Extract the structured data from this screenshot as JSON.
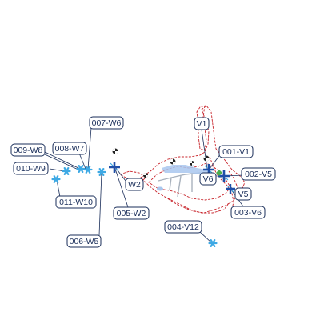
{
  "colors": {
    "boundary": "#c8242b",
    "water": "#a9c7ee",
    "label_border": "#1a2e5a",
    "label_text": "#1a2e5a",
    "star_marker": "#3ea9e4",
    "cross_marker": "#1f4fa8",
    "accent_marker": "#4caf50"
  },
  "markers": [
    {
      "label": "009-W8",
      "icon": "asterisk-icon"
    },
    {
      "label": "008-W7",
      "icon": "asterisk-icon"
    },
    {
      "label": "007-W6",
      "icon": "asterisk-icon"
    },
    {
      "label": "010-W9",
      "icon": "asterisk-icon"
    },
    {
      "label": "011-W10",
      "icon": "asterisk-icon"
    },
    {
      "label": "006-W5",
      "icon": "asterisk-icon"
    },
    {
      "label": "W2",
      "icon": "crosshair-icon"
    },
    {
      "label": "005-W2",
      "icon": "crosshair-icon"
    },
    {
      "label": "V1",
      "icon": "crosshair-icon"
    },
    {
      "label": "001-V1",
      "icon": "crosshair-icon"
    },
    {
      "label": "V6",
      "icon": "crosshair-icon"
    },
    {
      "label": "002-V5",
      "icon": "crosshair-icon"
    },
    {
      "label": "V5",
      "icon": "crosshair-icon"
    },
    {
      "label": "003-V6",
      "icon": "crosshair-icon"
    },
    {
      "label": "004-V12",
      "icon": "asterisk-icon"
    }
  ]
}
